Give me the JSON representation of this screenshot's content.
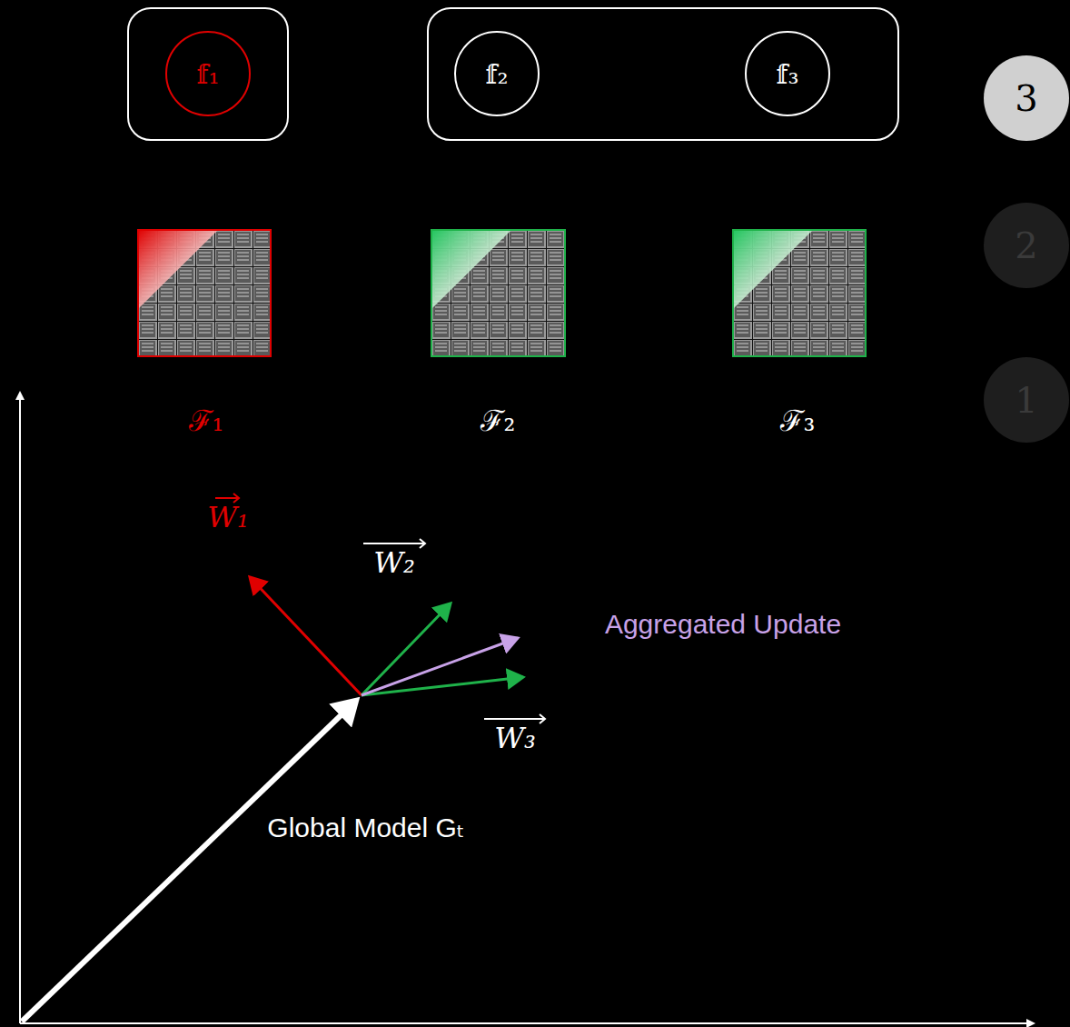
{
  "diagram": {
    "nodes": [
      {
        "text": []
      },
      {
        "text": [
          "𝕗₁"
        ],
        "in": 0
      },
      {
        "text": []
      },
      {
        "text": [
          "𝕗₂"
        ],
        "in": 2
      },
      {
        "text": [
          "𝕗₃"
        ],
        "in": 2
      },
      {
        "text": [
          "3"
        ]
      },
      {
        "text": [
          "2"
        ]
      },
      {
        "text": [
          "1"
        ]
      }
    ],
    "labels": [
      "ℱ₁",
      "ℱ₂",
      "ℱ₃",
      "W₁",
      "W₂",
      "Aggregated Update",
      "W₃",
      "Global Model Gₜ"
    ]
  }
}
